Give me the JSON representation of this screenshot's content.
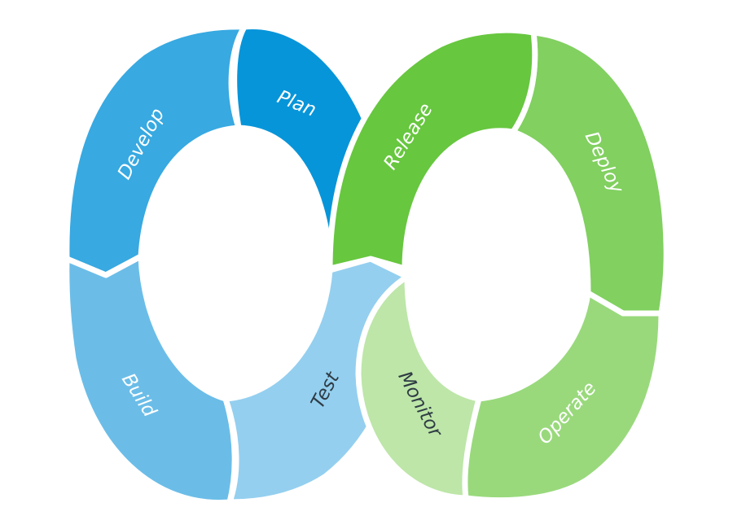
{
  "diagram": {
    "left_loop": {
      "segments": [
        {
          "label": "Plan",
          "color": "#0795d9",
          "text_color": "#ffffff"
        },
        {
          "label": "Develop",
          "color": "#38a9e1",
          "text_color": "#ffffff"
        },
        {
          "label": "Build",
          "color": "#6bbde8",
          "text_color": "#ffffff"
        },
        {
          "label": "Test",
          "color": "#94cfef",
          "text_color": "#2f3b44"
        }
      ]
    },
    "right_loop": {
      "segments": [
        {
          "label": "Release",
          "color": "#67c73f",
          "text_color": "#ffffff"
        },
        {
          "label": "Deploy",
          "color": "#81d060",
          "text_color": "#ffffff"
        },
        {
          "label": "Operate",
          "color": "#99d97c",
          "text_color": "#ffffff"
        },
        {
          "label": "Monitor",
          "color": "#bde6a8",
          "text_color": "#2f3b44"
        }
      ]
    }
  }
}
